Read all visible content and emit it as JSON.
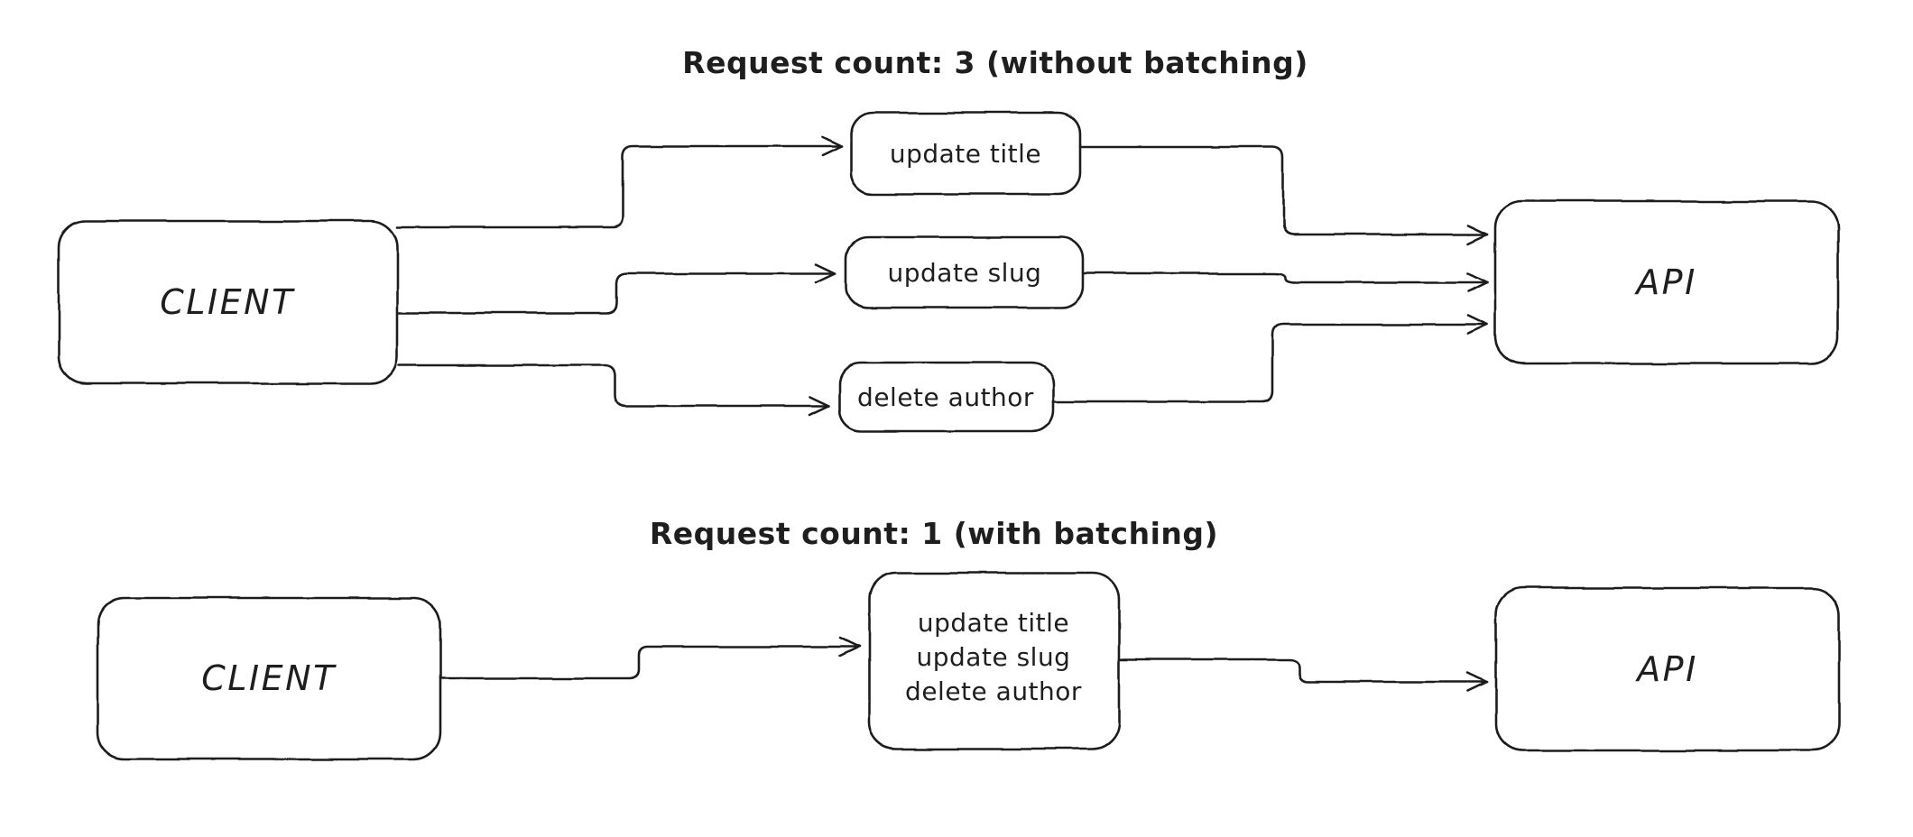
{
  "page": {
    "background_color": "#ffffff",
    "stroke_color": "#1e1e1e"
  },
  "top_diagram": {
    "title": "Request count: 3 (without batching)",
    "client_label": "CLIENT",
    "api_label": "API",
    "operations": [
      "update title",
      "update slug",
      "delete author"
    ]
  },
  "bottom_diagram": {
    "title": "Request count: 1 (with batching)",
    "client_label": "CLIENT",
    "api_label": "API",
    "batch_lines": [
      "update title",
      "update slug",
      "delete author"
    ]
  }
}
